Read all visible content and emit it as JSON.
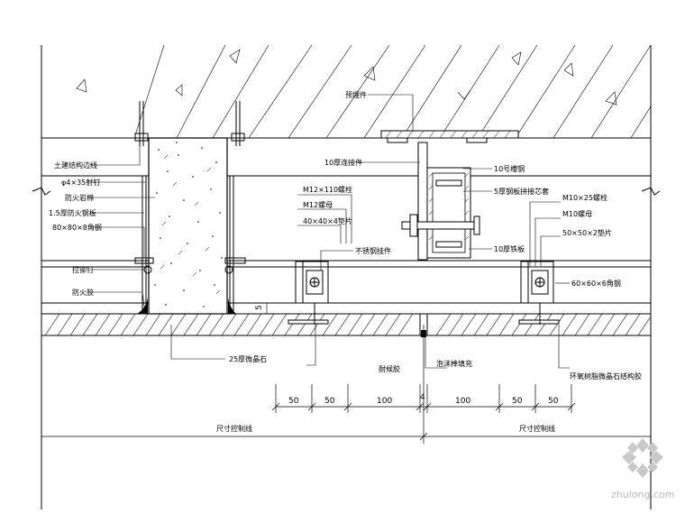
{
  "labels": {
    "embed_plate": "预埋件",
    "connector_10": "10厚连接件",
    "channel_10": "10号槽钢",
    "steel_sleeve": "5厚钢板拼接芯套",
    "bolt_m12": "M12×110螺栓",
    "nut_m12": "M12螺母",
    "washer": "40×40×4垫片",
    "stainless_hanger": "不锈钢挂件",
    "iron_plate": "10厚铁板",
    "bolt_m10": "M10×25螺栓",
    "nut_m10": "M10螺母",
    "washer_small": "50×50×2垫片",
    "structure_edge": "土建结构边线",
    "rivet": "φ4×35射钉",
    "rock_wool": "防火岩棉",
    "fire_plate": "1.5厚防火钢板",
    "angle_80": "80×80×8角钢",
    "pull_rivet": "拉铆钉",
    "fire_glue": "防火胶",
    "angle_60": "60×60×6角钢",
    "granite": "25厚微晶石",
    "sealant": "耐候胶",
    "foam": "泡沫棒填充",
    "epoxy": "环氧树脂微晶石结构胶",
    "dim_5": "5",
    "control_left": "尺寸控制线",
    "control_right": "尺寸控制线"
  },
  "dimensions": [
    "50",
    "50",
    "100",
    "4",
    "100",
    "50",
    "50"
  ],
  "watermark": "zhulong.com"
}
